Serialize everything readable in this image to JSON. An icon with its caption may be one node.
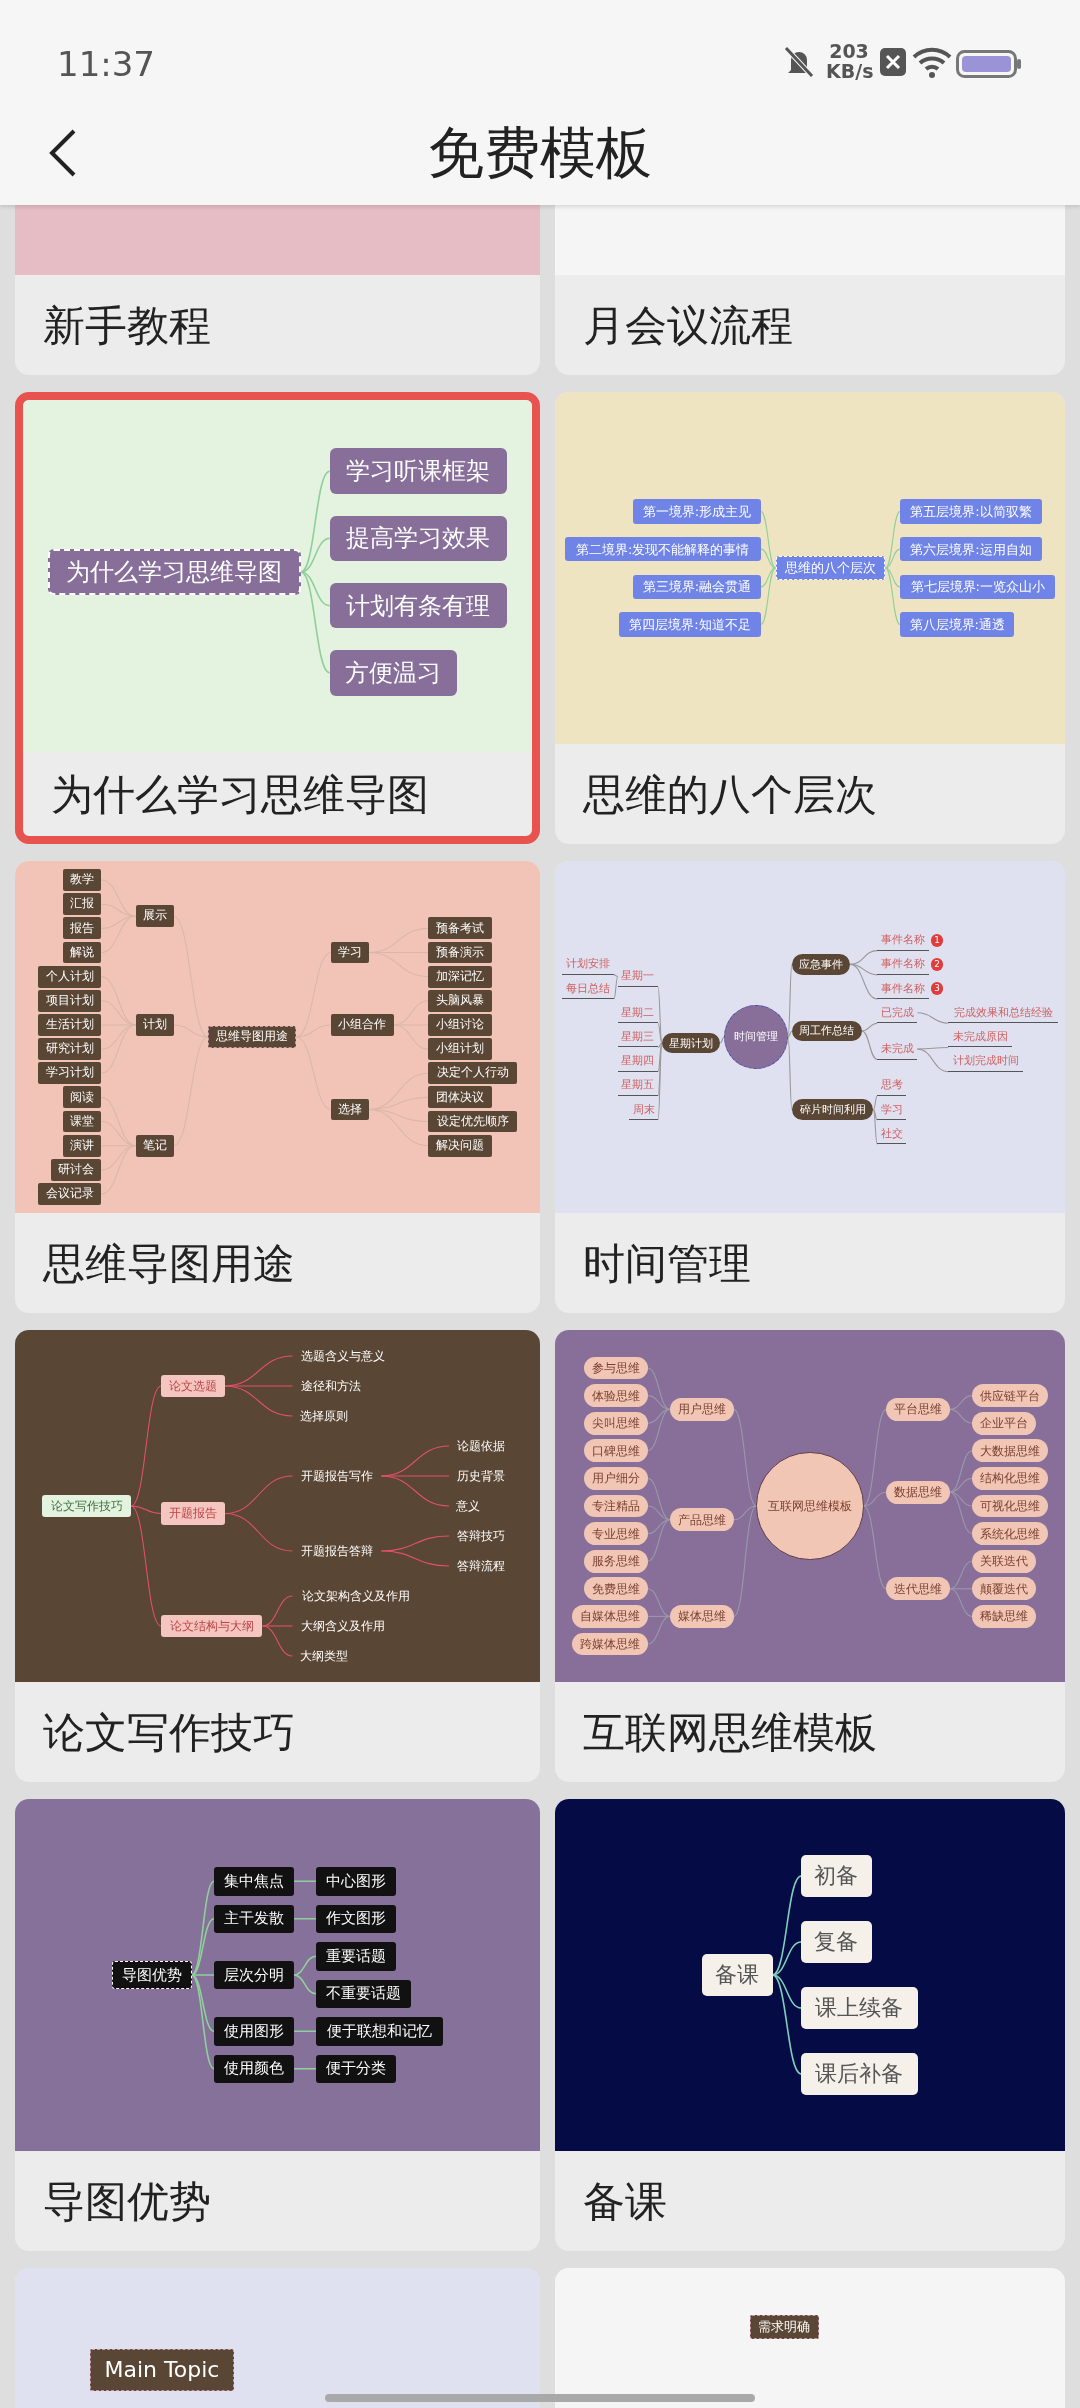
{
  "diagram": {
    "title": "免费模板",
    "nodes": [
      {
        "text": [
          "新手教程"
        ]
      },
      {
        "text": [
          "月会议流程"
        ]
      },
      {
        "text": [
          "为什么学习思维导图"
        ]
      },
      {
        "text": [
          "为什么学习思维导图"
        ],
        "in": 2
      },
      {
        "text": [
          "学习听课框架"
        ],
        "in": 2
      },
      {
        "text": [
          "提高学习效果"
        ],
        "in": 2
      },
      {
        "text": [
          "计划有条有理"
        ],
        "in": 2
      },
      {
        "text": [
          "方便温习"
        ],
        "in": 2
      },
      {
        "text": [
          "思维的八个层次"
        ]
      },
      {
        "text": [
          "思维的八个层次"
        ],
        "in": 8
      },
      {
        "text": [
          "第一境界:形成主见"
        ],
        "in": 8
      },
      {
        "text": [
          "第二境界:发现不能解释的事情"
        ],
        "in": 8
      },
      {
        "text": [
          "第三境界:融会贯通"
        ],
        "in": 8
      },
      {
        "text": [
          "第四层境界:知道不足"
        ],
        "in": 8
      },
      {
        "text": [
          "第五层境界:以简驭繁"
        ],
        "in": 8
      },
      {
        "text": [
          "第六层境界:运用自如"
        ],
        "in": 8
      },
      {
        "text": [
          "第七层境界:一览众山小"
        ],
        "in": 8
      },
      {
        "text": [
          "第八层境界:通透"
        ],
        "in": 8
      },
      {
        "text": [
          "思维导图用途"
        ]
      },
      {
        "text": [
          "思维导图用途"
        ],
        "in": 18
      },
      {
        "text": [
          "展示"
        ],
        "in": 18
      },
      {
        "text": [
          "教学"
        ],
        "in": 18
      },
      {
        "text": [
          "汇报"
        ],
        "in": 18
      },
      {
        "text": [
          "报告"
        ],
        "in": 18
      },
      {
        "text": [
          "解说"
        ],
        "in": 18
      },
      {
        "text": [
          "计划"
        ],
        "in": 18
      },
      {
        "text": [
          "个人计划"
        ],
        "in": 18
      },
      {
        "text": [
          "项目计划"
        ],
        "in": 18
      },
      {
        "text": [
          "生活计划"
        ],
        "in": 18
      },
      {
        "text": [
          "研究计划"
        ],
        "in": 18
      },
      {
        "text": [
          "学习计划"
        ],
        "in": 18
      },
      {
        "text": [
          "笔记"
        ],
        "in": 18
      },
      {
        "text": [
          "阅读"
        ],
        "in": 18
      },
      {
        "text": [
          "课堂"
        ],
        "in": 18
      },
      {
        "text": [
          "演讲"
        ],
        "in": 18
      },
      {
        "text": [
          "研讨会"
        ],
        "in": 18
      },
      {
        "text": [
          "会议记录"
        ],
        "in": 18
      },
      {
        "text": [
          "学习"
        ],
        "in": 18
      },
      {
        "text": [
          "预备考试"
        ],
        "in": 18
      },
      {
        "text": [
          "预备演示"
        ],
        "in": 18
      },
      {
        "text": [
          "加深记忆"
        ],
        "in": 18
      },
      {
        "text": [
          "小组合作"
        ],
        "in": 18
      },
      {
        "text": [
          "头脑风暴"
        ],
        "in": 18
      },
      {
        "text": [
          "小组讨论"
        ],
        "in": 18
      },
      {
        "text": [
          "小组计划"
        ],
        "in": 18
      },
      {
        "text": [
          "选择"
        ],
        "in": 18
      },
      {
        "text": [
          "决定个人行动"
        ],
        "in": 18
      },
      {
        "text": [
          "团体决议"
        ],
        "in": 18
      },
      {
        "text": [
          "设定优先顺序"
        ],
        "in": 18
      },
      {
        "text": [
          "解决问题"
        ],
        "in": 18
      },
      {
        "text": [
          "时间管理"
        ]
      },
      {
        "text": [
          "时间管理"
        ],
        "in": 50
      },
      {
        "text": [
          "星期计划"
        ],
        "in": 50
      },
      {
        "text": [
          "星期一"
        ],
        "in": 50
      },
      {
        "text": [
          "计划安排"
        ],
        "in": 50
      },
      {
        "text": [
          "每日总结"
        ],
        "in": 50
      },
      {
        "text": [
          "星期二"
        ],
        "in": 50
      },
      {
        "text": [
          "星期三"
        ],
        "in": 50
      },
      {
        "text": [
          "星期四"
        ],
        "in": 50
      },
      {
        "text": [
          "星期五"
        ],
        "in": 50
      },
      {
        "text": [
          "周末"
        ],
        "in": 50
      },
      {
        "text": [
          "应急事件"
        ],
        "in": 50
      },
      {
        "text": [
          "事件名称"
        ],
        "beside": [
          "1"
        ],
        "in": 50
      },
      {
        "text": [
          "事件名称"
        ],
        "beside": [
          "2"
        ],
        "in": 50
      },
      {
        "text": [
          "事件名称"
        ],
        "beside": [
          "3"
        ],
        "in": 50
      },
      {
        "text": [
          "周工作总结"
        ],
        "in": 50
      },
      {
        "text": [
          "已完成"
        ],
        "in": 50
      },
      {
        "text": [
          "完成效果和总结经验"
        ],
        "in": 50
      },
      {
        "text": [
          "未完成"
        ],
        "in": 50
      },
      {
        "text": [
          "未完成原因"
        ],
        "in": 50
      },
      {
        "text": [
          "计划完成时间"
        ],
        "in": 50
      },
      {
        "text": [
          "碎片时间利用"
        ],
        "in": 50
      },
      {
        "text": [
          "思考"
        ],
        "in": 50
      },
      {
        "text": [
          "学习"
        ],
        "in": 50
      },
      {
        "text": [
          "社交"
        ],
        "in": 50
      },
      {
        "text": [
          "论文写作技巧"
        ]
      },
      {
        "text": [
          "论文写作技巧"
        ],
        "in": 75
      },
      {
        "text": [
          "论文选题"
        ],
        "in": 75
      },
      {
        "text": [
          "选题含义与意义"
        ],
        "in": 75
      },
      {
        "text": [
          "途径和方法"
        ],
        "in": 75
      },
      {
        "text": [
          "选择原则"
        ],
        "in": 75
      },
      {
        "text": [
          "开题报告"
        ],
        "in": 75
      },
      {
        "text": [
          "开题报告写作"
        ],
        "in": 75
      },
      {
        "text": [
          "论题依据"
        ],
        "in": 75
      },
      {
        "text": [
          "历史背景"
        ],
        "in": 75
      },
      {
        "text": [
          "意义"
        ],
        "in": 75
      },
      {
        "text": [
          "开题报告答辩"
        ],
        "in": 75
      },
      {
        "text": [
          "答辩技巧"
        ],
        "in": 75
      },
      {
        "text": [
          "答辩流程"
        ],
        "in": 75
      },
      {
        "text": [
          "论文结构与大纲"
        ],
        "in": 75
      },
      {
        "text": [
          "论文架构含义及作用"
        ],
        "in": 75
      },
      {
        "text": [
          "大纲含义及作用"
        ],
        "in": 75
      },
      {
        "text": [
          "大纲类型"
        ],
        "in": 75
      },
      {
        "text": [
          "互联网思维模板"
        ]
      },
      {
        "text": [
          "互联网思维模板"
        ],
        "in": 93
      },
      {
        "text": [
          "用户思维"
        ],
        "in": 93
      },
      {
        "text": [
          "参与思维"
        ],
        "in": 93
      },
      {
        "text": [
          "体验思维"
        ],
        "in": 93
      },
      {
        "text": [
          "尖叫思维"
        ],
        "in": 93
      },
      {
        "text": [
          "口碑思维"
        ],
        "in": 93
      },
      {
        "text": [
          "产品思维"
        ],
        "in": 93
      },
      {
        "text": [
          "用户细分"
        ],
        "in": 93
      },
      {
        "text": [
          "专注精品"
        ],
        "in": 93
      },
      {
        "text": [
          "专业思维"
        ],
        "in": 93
      },
      {
        "text": [
          "服务思维"
        ],
        "in": 93
      },
      {
        "text": [
          "媒体思维"
        ],
        "in": 93
      },
      {
        "text": [
          "免费思维"
        ],
        "in": 93
      },
      {
        "text": [
          "自媒体思维"
        ],
        "in": 93
      },
      {
        "text": [
          "跨媒体思维"
        ],
        "in": 93
      },
      {
        "text": [
          "平台思维"
        ],
        "in": 93
      },
      {
        "text": [
          "供应链平台"
        ],
        "in": 93
      },
      {
        "text": [
          "企业平台"
        ],
        "in": 93
      },
      {
        "text": [
          "数据思维"
        ],
        "in": 93
      },
      {
        "text": [
          "大数据思维"
        ],
        "in": 93
      },
      {
        "text": [
          "结构化思维"
        ],
        "in": 93
      },
      {
        "text": [
          "可视化思维"
        ],
        "in": 93
      },
      {
        "text": [
          "系统化思维"
        ],
        "in": 93
      },
      {
        "text": [
          "迭代思维"
        ],
        "in": 93
      },
      {
        "text": [
          "关联迭代"
        ],
        "in": 93
      },
      {
        "text": [
          "颠覆迭代"
        ],
        "in": 93
      },
      {
        "text": [
          "稀缺思维"
        ],
        "in": 93
      },
      {
        "text": [
          "导图优势"
        ]
      },
      {
        "text": [
          "导图优势"
        ],
        "in": 121
      },
      {
        "text": [
          "集中焦点"
        ],
        "in": 121
      },
      {
        "text": [
          "中心图形"
        ],
        "in": 121
      },
      {
        "text": [
          "主干发散"
        ],
        "in": 121
      },
      {
        "text": [
          "作文图形"
        ],
        "in": 121
      },
      {
        "text": [
          "层次分明"
        ],
        "in": 121
      },
      {
        "text": [
          "重要话题"
        ],
        "in": 121
      },
      {
        "text": [
          "不重要话题"
        ],
        "in": 121
      },
      {
        "text": [
          "使用图形"
        ],
        "in": 121
      },
      {
        "text": [
          "便于联想和记忆"
        ],
        "in": 121
      },
      {
        "text": [
          "使用颜色"
        ],
        "in": 121
      },
      {
        "text": [
          "便于分类"
        ],
        "in": 121
      },
      {
        "text": [
          "备课"
        ]
      },
      {
        "text": [
          "备课"
        ],
        "in": 134
      },
      {
        "text": [
          "初备"
        ],
        "in": 134
      },
      {
        "text": [
          "复备"
        ],
        "in": 134
      },
      {
        "text": [
          "课上续备"
        ],
        "in": 134
      },
      {
        "text": [
          "课后补备"
        ],
        "in": 134
      },
      {
        "text": [],
        "shape": "box"
      },
      {
        "text": [
          "Main Topic"
        ],
        "in": 140
      },
      {
        "text": [],
        "shape": "box"
      },
      {
        "text": [
          "需求明确"
        ],
        "in": 142
      }
    ],
    "edges": [
      {
        "from": 3,
        "to": 4,
        "arrow": "none"
      },
      {
        "from": 3,
        "to": 5,
        "arrow": "none"
      },
      {
        "from": 3,
        "to": 6,
        "arrow": "none"
      },
      {
        "from": 3,
        "to": 7,
        "arrow": "none"
      },
      {
        "from": 9,
        "to": 10,
        "arrow": "none"
      },
      {
        "from": 9,
        "to": 11,
        "arrow": "none"
      },
      {
        "from": 9,
        "to": 12,
        "arrow": "none"
      },
      {
        "from": 9,
        "to": 13,
        "arrow": "none"
      },
      {
        "from": 9,
        "to": 14,
        "arrow": "none"
      },
      {
        "from": 9,
        "to": 15,
        "arrow": "none"
      },
      {
        "from": 9,
        "to": 16,
        "arrow": "none"
      },
      {
        "from": 9,
        "to": 17,
        "arrow": "none"
      },
      {
        "from": 19,
        "to": 20,
        "arrow": "none"
      },
      {
        "from": 20,
        "to": 21,
        "arrow": "none"
      },
      {
        "from": 20,
        "to": 22,
        "arrow": "none"
      },
      {
        "from": 20,
        "to": 23,
        "arrow": "none"
      },
      {
        "from": 20,
        "to": 24,
        "arrow": "none"
      },
      {
        "from": 19,
        "to": 25,
        "arrow": "none"
      },
      {
        "from": 25,
        "to": 26,
        "arrow": "none"
      },
      {
        "from": 25,
        "to": 27,
        "arrow": "none"
      },
      {
        "from": 25,
        "to": 28,
        "arrow": "none"
      },
      {
        "from": 25,
        "to": 29,
        "arrow": "none"
      },
      {
        "from": 25,
        "to": 30,
        "arrow": "none"
      },
      {
        "from": 19,
        "to": 31,
        "arrow": "none"
      },
      {
        "from": 31,
        "to": 32,
        "arrow": "none"
      },
      {
        "from": 31,
        "to": 33,
        "arrow": "none"
      },
      {
        "from": 31,
        "to": 34,
        "arrow": "none"
      },
      {
        "from": 31,
        "to": 35,
        "arrow": "none"
      },
      {
        "from": 31,
        "to": 36,
        "arrow": "none"
      },
      {
        "from": 19,
        "to": 37,
        "arrow": "none"
      },
      {
        "from": 37,
        "to": 38,
        "arrow": "none"
      },
      {
        "from": 37,
        "to": 39,
        "arrow": "none"
      },
      {
        "from": 37,
        "to": 40,
        "arrow": "none"
      },
      {
        "from": 19,
        "to": 41,
        "arrow": "none"
      },
      {
        "from": 41,
        "to": 42,
        "arrow": "none"
      },
      {
        "from": 41,
        "to": 43,
        "arrow": "none"
      },
      {
        "from": 41,
        "to": 44,
        "arrow": "none"
      },
      {
        "from": 19,
        "to": 45,
        "arrow": "none"
      },
      {
        "from": 45,
        "to": 46,
        "arrow": "none"
      },
      {
        "from": 45,
        "to": 47,
        "arrow": "none"
      },
      {
        "from": 45,
        "to": 48,
        "arrow": "none"
      },
      {
        "from": 45,
        "to": 49,
        "arrow": "none"
      },
      {
        "from": 51,
        "to": 52,
        "arrow": "none"
      },
      {
        "from": 52,
        "to": 53,
        "arrow": "none"
      },
      {
        "from": 53,
        "to": 54,
        "arrow": "none"
      },
      {
        "from": 53,
        "to": 55,
        "arrow": "none"
      },
      {
        "from": 52,
        "to": 56,
        "arrow": "none"
      },
      {
        "from": 52,
        "to": 57,
        "arrow": "none"
      },
      {
        "from": 52,
        "to": 58,
        "arrow": "none"
      },
      {
        "from": 52,
        "to": 59,
        "arrow": "none"
      },
      {
        "from": 52,
        "to": 60,
        "arrow": "none"
      },
      {
        "from": 51,
        "to": 61,
        "arrow": "none"
      },
      {
        "from": 61,
        "to": 62,
        "arrow": "none"
      },
      {
        "from": 61,
        "to": 63,
        "arrow": "none"
      },
      {
        "from": 61,
        "to": 64,
        "arrow": "none"
      },
      {
        "from": 51,
        "to": 65,
        "arrow": "none"
      },
      {
        "from": 65,
        "to": 66,
        "arrow": "none"
      },
      {
        "from": 66,
        "to": 67,
        "arrow": "none"
      },
      {
        "from": 65,
        "to": 68,
        "arrow": "none"
      },
      {
        "from": 68,
        "to": 69,
        "arrow": "none"
      },
      {
        "from": 68,
        "to": 70,
        "arrow": "none"
      },
      {
        "from": 51,
        "to": 71,
        "arrow": "none"
      },
      {
        "from": 71,
        "to": 72,
        "arrow": "none"
      },
      {
        "from": 71,
        "to": 73,
        "arrow": "none"
      },
      {
        "from": 71,
        "to": 74,
        "arrow": "none"
      },
      {
        "from": 76,
        "to": 77,
        "arrow": "none",
        "color": "#e0506a"
      },
      {
        "from": 77,
        "to": 78,
        "arrow": "none",
        "color": "#e0506a"
      },
      {
        "from": 77,
        "to": 79,
        "arrow": "none",
        "color": "#e0506a"
      },
      {
        "from": 77,
        "to": 80,
        "arrow": "none",
        "color": "#e0506a"
      },
      {
        "from": 76,
        "to": 81,
        "arrow": "none",
        "color": "#e0506a"
      },
      {
        "from": 81,
        "to": 82,
        "arrow": "none",
        "color": "#e0506a"
      },
      {
        "from": 82,
        "to": 83,
        "arrow": "none",
        "color": "#e0506a"
      },
      {
        "from": 82,
        "to": 84,
        "arrow": "none",
        "color": "#e0506a"
      },
      {
        "from": 82,
        "to": 85,
        "arrow": "none",
        "color": "#e0506a"
      },
      {
        "from": 81,
        "to": 86,
        "arrow": "none",
        "color": "#e0506a"
      },
      {
        "from": 86,
        "to": 87,
        "arrow": "none",
        "color": "#e0506a"
      },
      {
        "from": 86,
        "to": 88,
        "arrow": "none",
        "color": "#e0506a"
      },
      {
        "from": 76,
        "to": 89,
        "arrow": "none",
        "color": "#e0506a"
      },
      {
        "from": 89,
        "to": 90,
        "arrow": "none",
        "color": "#e0506a"
      },
      {
        "from": 89,
        "to": 91,
        "arrow": "none",
        "color": "#e0506a"
      },
      {
        "from": 89,
        "to": 92,
        "arrow": "none",
        "color": "#e0506a"
      },
      {
        "from": 94,
        "to": 95,
        "arrow": "none"
      },
      {
        "from": 95,
        "to": 96,
        "arrow": "none"
      },
      {
        "from": 95,
        "to": 97,
        "arrow": "none"
      },
      {
        "from": 95,
        "to": 98,
        "arrow": "none"
      },
      {
        "from": 95,
        "to": 99,
        "arrow": "none"
      },
      {
        "from": 94,
        "to": 100,
        "arrow": "none"
      },
      {
        "from": 100,
        "to": 101,
        "arrow": "none"
      },
      {
        "from": 100,
        "to": 102,
        "arrow": "none"
      },
      {
        "from": 100,
        "to": 103,
        "arrow": "none"
      },
      {
        "from": 100,
        "to": 104,
        "arrow": "none"
      },
      {
        "from": 94,
        "to": 105,
        "arrow": "none"
      },
      {
        "from": 105,
        "to": 106,
        "arrow": "none"
      },
      {
        "from": 105,
        "to": 107,
        "arrow": "none"
      },
      {
        "from": 105,
        "to": 108,
        "arrow": "none"
      },
      {
        "from": 94,
        "to": 109,
        "arrow": "none"
      },
      {
        "from": 109,
        "to": 110,
        "arrow": "none"
      },
      {
        "from": 109,
        "to": 111,
        "arrow": "none"
      },
      {
        "from": 94,
        "to": 112,
        "arrow": "none"
      },
      {
        "from": 112,
        "to": 113,
        "arrow": "none"
      },
      {
        "from": 112,
        "to": 114,
        "arrow": "none"
      },
      {
        "from": 112,
        "to": 115,
        "arrow": "none"
      },
      {
        "from": 112,
        "to": 116,
        "arrow": "none"
      },
      {
        "from": 94,
        "to": 117,
        "arrow": "none"
      },
      {
        "from": 117,
        "to": 118,
        "arrow": "none"
      },
      {
        "from": 117,
        "to": 119,
        "arrow": "none"
      },
      {
        "from": 117,
        "to": 120,
        "arrow": "none"
      },
      {
        "from": 122,
        "to": 123,
        "arrow": "none"
      },
      {
        "from": 123,
        "to": 124,
        "arrow": "none"
      },
      {
        "from": 122,
        "to": 125,
        "arrow": "none"
      },
      {
        "from": 125,
        "to": 126,
        "arrow": "none"
      },
      {
        "from": 122,
        "to": 127,
        "arrow": "none"
      },
      {
        "from": 127,
        "to": 128,
        "arrow": "none"
      },
      {
        "from": 127,
        "to": 129,
        "arrow": "none"
      },
      {
        "from": 122,
        "to": 130,
        "arrow": "none"
      },
      {
        "from": 130,
        "to": 131,
        "arrow": "none"
      },
      {
        "from": 122,
        "to": 132,
        "arrow": "none"
      },
      {
        "from": 132,
        "to": 133,
        "arrow": "none"
      },
      {
        "from": 135,
        "to": 136,
        "arrow": "none"
      },
      {
        "from": 135,
        "to": 137,
        "arrow": "none"
      },
      {
        "from": 135,
        "to": 138,
        "arrow": "none"
      },
      {
        "from": 135,
        "to": 139,
        "arrow": "none"
      }
    ],
    "labels": [
      "11:37",
      "203 KB/s"
    ]
  }
}
